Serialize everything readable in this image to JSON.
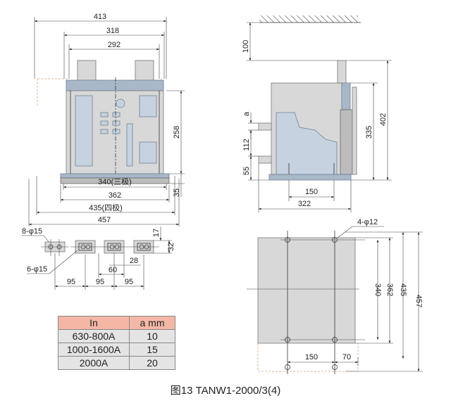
{
  "front_view": {
    "dims": {
      "d413": "413",
      "d318": "318",
      "d292": "292",
      "d258": "258",
      "d340": "340(三极)",
      "d362": "362",
      "d435": "435(四极)",
      "d457": "457",
      "d35": "35"
    }
  },
  "terminal_view": {
    "dims": {
      "d8phi15": "8-φ15",
      "d6phi15": "6-φ15",
      "d17": "17",
      "d32": "32",
      "d28": "28",
      "d60": "60",
      "d95a": "95",
      "d95b": "95",
      "d95c": "95"
    }
  },
  "side_view": {
    "dims": {
      "d100": "100",
      "da": "a",
      "d112": "112",
      "d55": "55",
      "d335": "335",
      "d402": "402",
      "d150": "150",
      "d322": "322"
    }
  },
  "base_view": {
    "dims": {
      "d4phi12": "4-φ12",
      "d340": "340",
      "d362": "362",
      "d435": "435",
      "d457": "457",
      "d150": "150",
      "d70": "70"
    }
  },
  "spec_table": {
    "headers": [
      "In",
      "a mm"
    ],
    "rows": [
      [
        "630-800A",
        "10"
      ],
      [
        "1000-1600A",
        "15"
      ],
      [
        "2000A",
        "20"
      ]
    ]
  },
  "caption": "图13 TANW1-2000/3(4)"
}
